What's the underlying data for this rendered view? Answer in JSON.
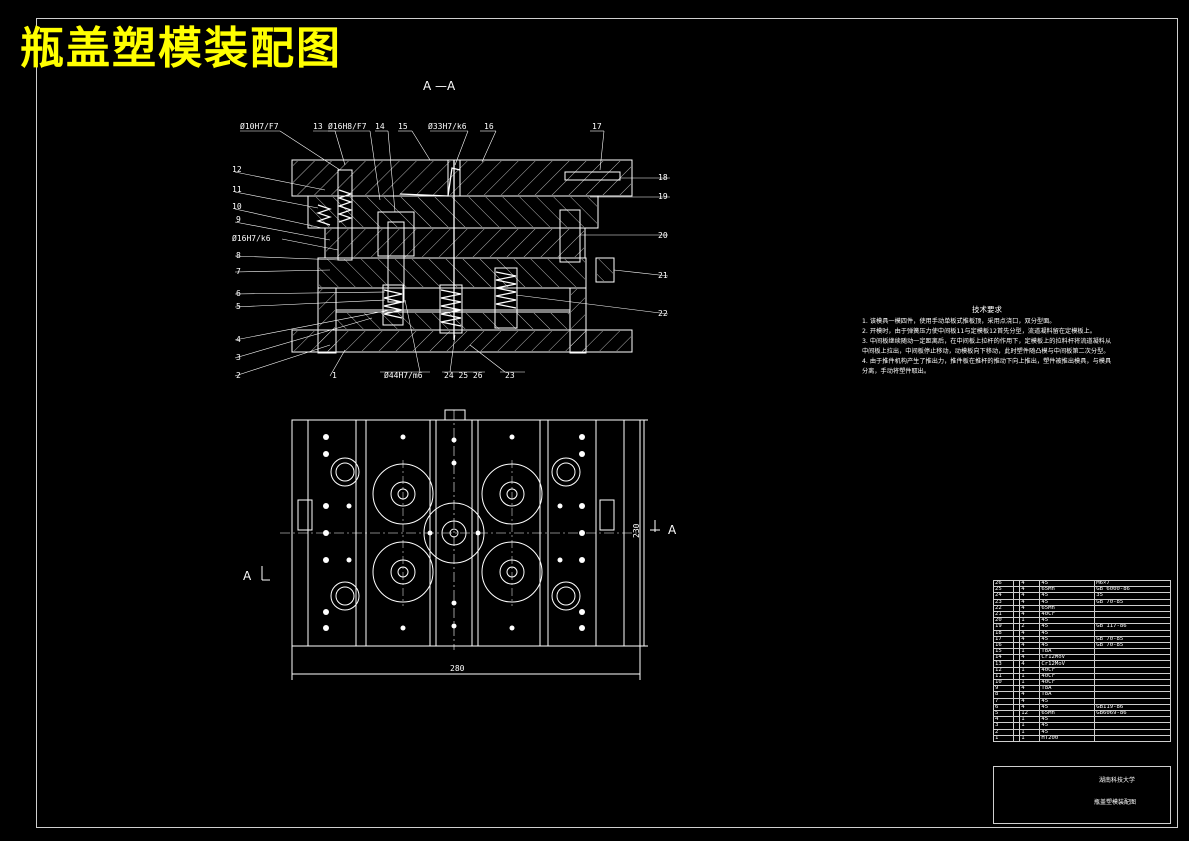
{
  "title": "瓶盖塑模装配图",
  "section_title": "A —A",
  "section_marks": {
    "right": "A",
    "left": "A"
  },
  "dimensions": {
    "width": "280",
    "height": "230"
  },
  "callouts_top": [
    "Ø10H7/F7",
    "13",
    "Ø16H8/F7",
    "14",
    "15",
    "Ø33H7/k6",
    "16",
    "17"
  ],
  "callouts_left": [
    "12",
    "11",
    "10",
    "9",
    "Ø16H7/k6",
    "8",
    "7",
    "6",
    "5",
    "4",
    "3",
    "2",
    "1"
  ],
  "callouts_right": [
    "18",
    "19",
    "20",
    "21",
    "22"
  ],
  "callouts_bottom": [
    "Ø44H7/m6",
    "24 25 26",
    "23"
  ],
  "tech_requirements": {
    "heading": "技术要求",
    "lines": [
      "1. 该模具一模四件，使用手动单板式推板顶，采用点浇口，双分型面。",
      "2. 开模时，由于弹簧压力使中间板11与定模板12首先分型，流道凝料留在定模板上。",
      "3. 中间板继续随动一定距离后，在中间板上拉杆的作用下，定模板上的拉料杆将流道凝料从中间板上拉出，中间板停止移动，动模板向下移动，此时塑件随凸模与中间板第二次分型。",
      "4. 由于推件机构产生了推出力，推件板在推杆的推动下向上推出，塑件被推出模具，与模具分离，手动将塑件取出。"
    ]
  },
  "bom": [
    [
      "26",
      "",
      "4",
      "45",
      "M6×7"
    ],
    [
      "25",
      "",
      "4",
      "65Mn",
      "GB 6000-86"
    ],
    [
      "24",
      "",
      "4",
      "45",
      "35"
    ],
    [
      "23",
      "",
      "4",
      "45",
      "GB 70-85"
    ],
    [
      "22",
      "",
      "4",
      "65Mn",
      ""
    ],
    [
      "21",
      "",
      "4",
      "40Cr",
      ""
    ],
    [
      "20",
      "",
      "1",
      "45",
      ""
    ],
    [
      "19",
      "",
      "2",
      "45",
      "GB 117-86"
    ],
    [
      "18",
      "",
      "4",
      "45",
      ""
    ],
    [
      "17",
      "",
      "4",
      "45",
      "GB 70-85"
    ],
    [
      "16",
      "",
      "4",
      "45",
      "GB 70-85"
    ],
    [
      "15",
      "",
      "1",
      "T8A",
      ""
    ],
    [
      "14",
      "",
      "4",
      "Cr12MoV",
      ""
    ],
    [
      "13",
      "",
      "4",
      "Cr12MoV",
      ""
    ],
    [
      "12",
      "",
      "1",
      "40Cr",
      ""
    ],
    [
      "11",
      "",
      "1",
      "40Cr",
      ""
    ],
    [
      "10",
      "",
      "1",
      "40Cr",
      ""
    ],
    [
      "9",
      "",
      "4",
      "T8A",
      ""
    ],
    [
      "8",
      "",
      "4",
      "T8A",
      ""
    ],
    [
      "7",
      "",
      "4",
      "45",
      ""
    ],
    [
      "6",
      "",
      "4",
      "45",
      "GB119-86"
    ],
    [
      "5",
      "",
      "12",
      "65Mn",
      "GB6069-86"
    ],
    [
      "4",
      "",
      "1",
      "45",
      ""
    ],
    [
      "3",
      "",
      "1",
      "45",
      ""
    ],
    [
      "2",
      "",
      "1",
      "45",
      ""
    ],
    [
      "1",
      "",
      "1",
      "HT200",
      ""
    ]
  ],
  "title_block": {
    "school": "湖南科技大学",
    "drawing_name": "瓶盖塑模装配图"
  }
}
